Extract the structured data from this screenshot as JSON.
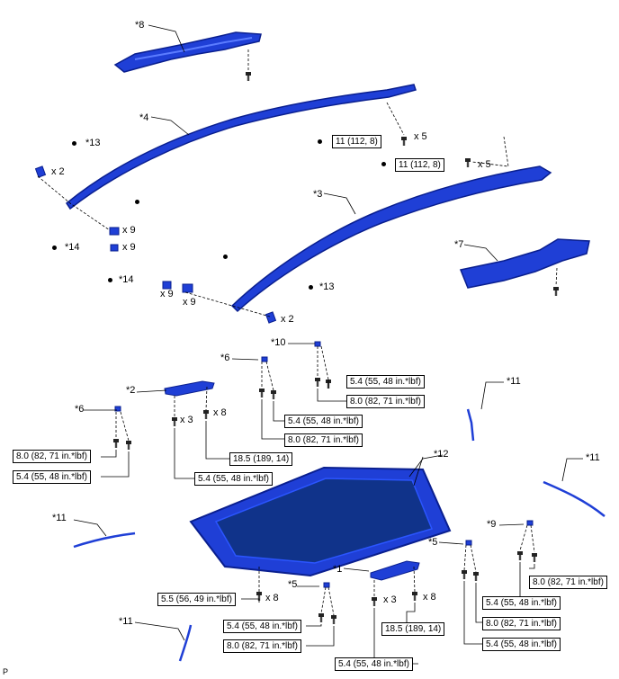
{
  "callouts": {
    "c8": "*8",
    "c4": "*4",
    "c13a": "*13",
    "c3": "*3",
    "c7": "*7",
    "c14a": "*14",
    "c14b": "*14",
    "c13b": "*13",
    "c10": "*10",
    "c6a": "*6",
    "c2": "*2",
    "c6b": "*6",
    "c11a": "*11",
    "c12": "*12",
    "c11b": "*11",
    "c11c": "*11",
    "c9": "*9",
    "c5a": "*5",
    "c1": "*1",
    "c5b": "*5",
    "c11d": "*11"
  },
  "quantities": {
    "q_x2_a": "x 2",
    "q_x9_a": "x 9",
    "q_x9_b": "x 9",
    "q_x9_c": "x 9",
    "q_x9_d": "x 9",
    "q_x2_b": "x 2",
    "q_x5_a": "x 5",
    "q_x5_b": "x 5",
    "q_x3_a": "x 3",
    "q_x8_a": "x 8",
    "q_x8_b": "x 8",
    "q_x3_b": "x 3",
    "q_x8_c": "x 8"
  },
  "torque": {
    "t_11_a": "11 (112, 8)",
    "t_11_b": "11 (112, 8)",
    "t_54_10": "5.4 (55, 48 in.*lbf)",
    "t_80_10": "8.0 (82, 71 in.*lbf)",
    "t_54_6a": "5.4 (55, 48 in.*lbf)",
    "t_80_6a": "8.0 (82, 71 in.*lbf)",
    "t_185_2": "18.5 (189, 14)",
    "t_54_2": "5.4 (55, 48 in.*lbf)",
    "t_80_6b": "8.0 (82, 71 in.*lbf)",
    "t_54_6b": "5.4 (55, 48 in.*lbf)",
    "t_80_9": "8.0 (82, 71 in.*lbf)",
    "t_54_9": "5.4 (55, 48 in.*lbf)",
    "t_80_5b": "8.0 (82, 71 in.*lbf)",
    "t_54_5b": "5.4 (55, 48 in.*lbf)",
    "t_55_12": "5.5 (56, 49 in.*lbf)",
    "t_54_5a": "5.4 (55, 48 in.*lbf)",
    "t_80_5a": "8.0 (82, 71 in.*lbf)",
    "t_185_1": "18.5 (189, 14)",
    "t_54_1": "5.4 (55, 48 in.*lbf)"
  },
  "diagram_code": "P",
  "colors": {
    "part_blue": "#1f3fd6",
    "part_dark": "#0a1f8f",
    "glass": "#10338a",
    "line": "#000000"
  }
}
